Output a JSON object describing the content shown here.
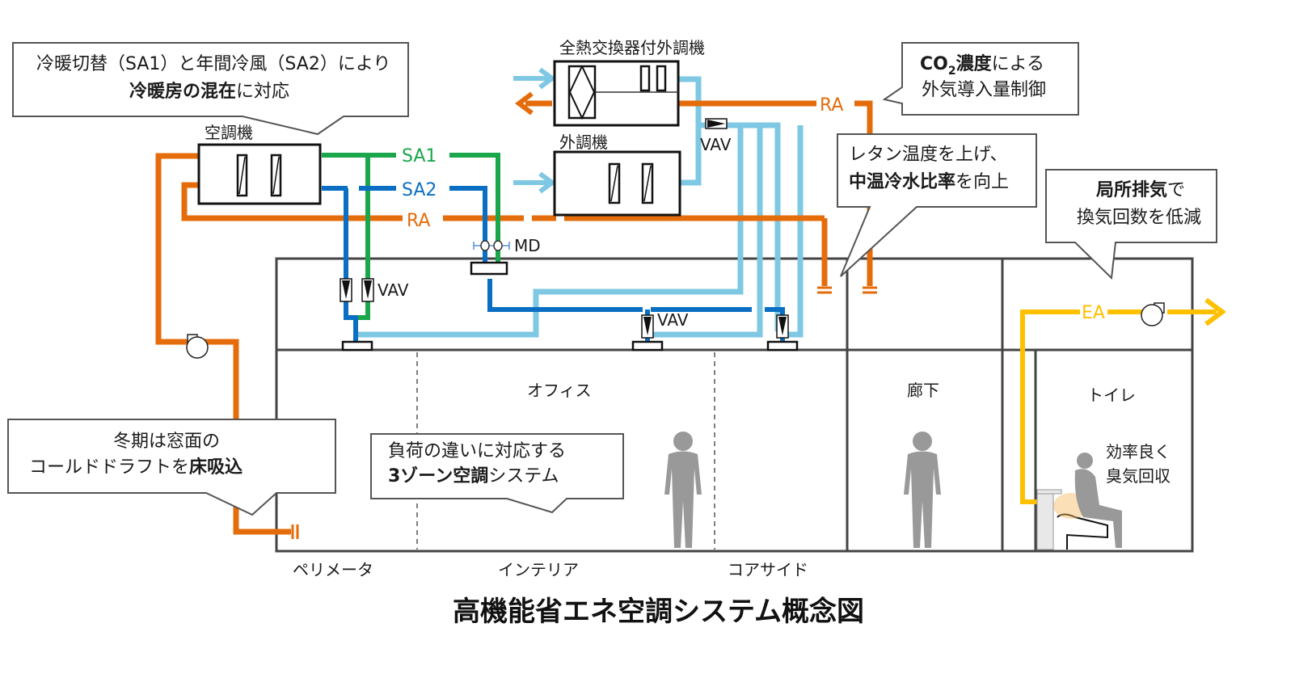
{
  "title": "高機能省エネ空調システム概念図",
  "colors": {
    "sa1": "#1aa64a",
    "sa2": "#0a6fc2",
    "ra": "#e46c0a",
    "oa": "#7ec8e3",
    "ea": "#ffc000",
    "outline": "#333333",
    "person": "#999999"
  },
  "equipment": {
    "ahu": "空調機",
    "erv_oac": "全熱交換器付外調機",
    "oac": "外調機"
  },
  "pipes": {
    "sa1": "SA1",
    "sa2": "SA2",
    "ra": "RA",
    "ra_top": "RA",
    "ea": "EA"
  },
  "devices": {
    "vav": "VAV",
    "md": "MD"
  },
  "rooms": {
    "office": "オフィス",
    "corridor": "廊下",
    "toilet": "トイレ"
  },
  "zones": [
    "ペリメータ",
    "インテリア",
    "コアサイド"
  ],
  "callouts": {
    "mixed": {
      "line1": "冷暖切替（SA1）と年間冷風（SA2）により",
      "line2_bold": "冷暖房の混在",
      "line2_rest": "に対応"
    },
    "co2": {
      "line1_bold": "CO",
      "line1_sub": "2",
      "line1_bold2": "濃度",
      "line1_rest": "による",
      "line2": "外気導入量制御"
    },
    "return_temp": {
      "line1": "レタン温度を上げ、",
      "line2_bold": "中温冷水比率",
      "line2_rest": "を向上"
    },
    "local_exhaust": {
      "line1_bold": "局所排気",
      "line1_rest": "で",
      "line2": "換気回数を低減"
    },
    "cold_draft": {
      "line1": "冬期は窓面の",
      "line2_rest": "コールドドラフトを",
      "line2_bold": "床吸込"
    },
    "three_zone": {
      "line1": "負荷の違いに対応する",
      "line2_bold": "3ゾーン空調",
      "line2_rest": "システム"
    },
    "toilet_note": {
      "line1": "効率良く",
      "line2": "臭気回収"
    }
  }
}
